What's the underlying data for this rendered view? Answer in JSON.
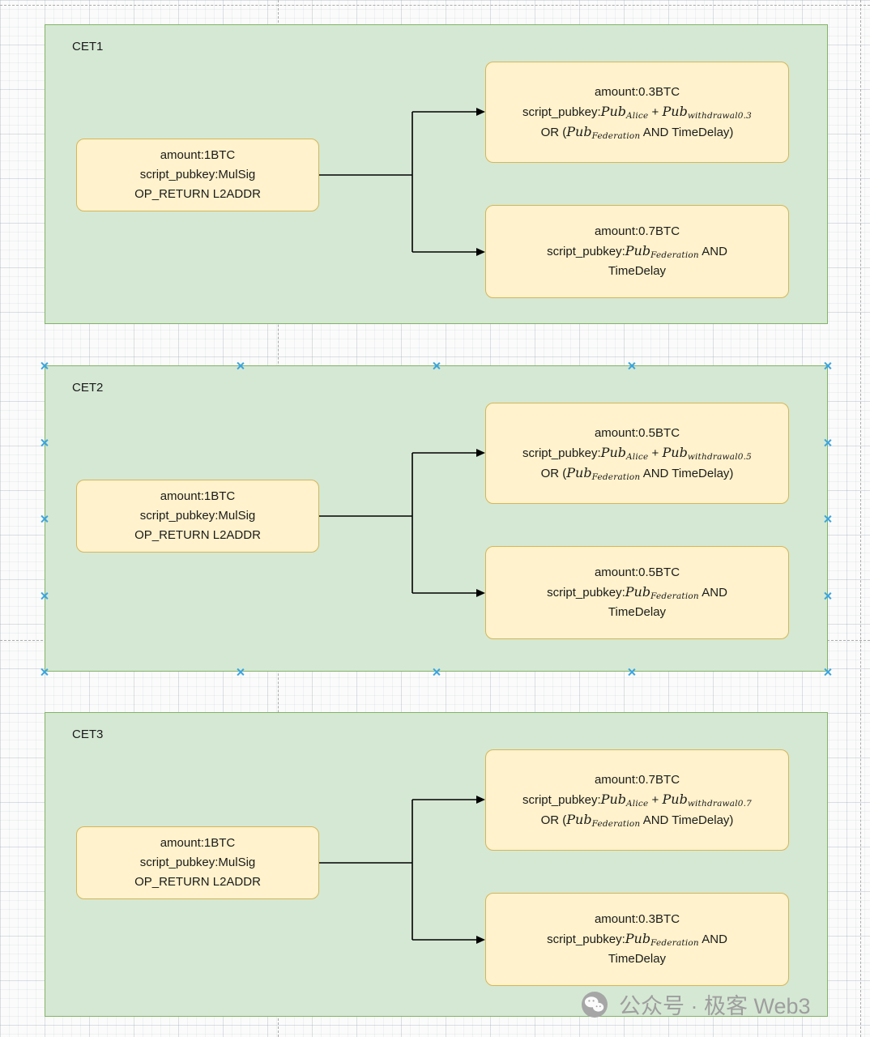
{
  "watermark": {
    "text": "公众号 · 极客 Web3",
    "icon": "wechat-icon"
  },
  "panels": [
    {
      "title": "CET1",
      "input": {
        "line1": "amount:1BTC",
        "line2": "script_pubkey:MulSig",
        "line3": "OP_RETURN L2ADDR"
      },
      "out_top": {
        "amount": "amount:0.3BTC",
        "script_prefix": "script_pubkey:",
        "pub1": "Pub",
        "sub1": "Alice",
        "plus": " + ",
        "pub2": "Pub",
        "sub2": "withdrawal0.3",
        "or_prefix": "OR (",
        "pub3": "Pub",
        "sub3": "Federation",
        "or_suffix": " AND TimeDelay)"
      },
      "out_bottom": {
        "amount": "amount:0.7BTC",
        "script_prefix": "script_pubkey:",
        "pub1": "Pub",
        "sub1": "Federation",
        "and_suffix": " AND",
        "line3": "TimeDelay"
      }
    },
    {
      "title": "CET2",
      "input": {
        "line1": "amount:1BTC",
        "line2": "script_pubkey:MulSig",
        "line3": "OP_RETURN L2ADDR"
      },
      "out_top": {
        "amount": "amount:0.5BTC",
        "script_prefix": "script_pubkey:",
        "pub1": "Pub",
        "sub1": "Alice",
        "plus": " + ",
        "pub2": "Pub",
        "sub2": "withdrawal0.5",
        "or_prefix": "OR (",
        "pub3": "Pub",
        "sub3": "Federation",
        "or_suffix": " AND TimeDelay)"
      },
      "out_bottom": {
        "amount": "amount:0.5BTC",
        "script_prefix": "script_pubkey:",
        "pub1": "Pub",
        "sub1": "Federation",
        "and_suffix": " AND",
        "line3": "TimeDelay"
      }
    },
    {
      "title": "CET3",
      "input": {
        "line1": "amount:1BTC",
        "line2": "script_pubkey:MulSig",
        "line3": "OP_RETURN L2ADDR"
      },
      "out_top": {
        "amount": "amount:0.7BTC",
        "script_prefix": "script_pubkey:",
        "pub1": "Pub",
        "sub1": "Alice",
        "plus": " + ",
        "pub2": "Pub",
        "sub2": "withdrawal0.7",
        "or_prefix": "OR (",
        "pub3": "Pub",
        "sub3": "Federation",
        "or_suffix": " AND TimeDelay)"
      },
      "out_bottom": {
        "amount": "amount:0.3BTC",
        "script_prefix": "script_pubkey:",
        "pub1": "Pub",
        "sub1": "Federation",
        "and_suffix": " AND",
        "line3": "TimeDelay"
      }
    }
  ]
}
